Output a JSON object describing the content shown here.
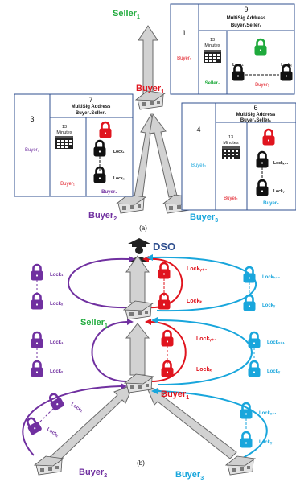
{
  "colors": {
    "purple": "#7030a0",
    "red": "#e0141e",
    "green": "#1faa3c",
    "blue": "#19a6dc",
    "navy": "#2f4f8f",
    "arrow_fill": "#d2d2d2",
    "arrow_stroke": "#6a6a6a",
    "lock_black": "#111111"
  },
  "panel_a": {
    "caption": "(a)",
    "nodes": {
      "seller": "Seller",
      "buyer1": "Buyer",
      "buyer2": "Buyer",
      "buyer3": "Buyer",
      "seller_sub": "1",
      "buyer1_sub": "1",
      "buyer2_sub": "2",
      "buyer3_sub": "3"
    },
    "ledger_top": {
      "row_number": "1",
      "block_number": "9",
      "addr_line1": "MultiSig Address",
      "addr_line2": "Buyer₁Seller₁",
      "minutes_value": "13",
      "minutes_label": "Minutes",
      "left_party": "Buyer₁",
      "bottom_left_party": "Seller₁",
      "bottom_right_party": "Buyer₁",
      "lock_left": "Lock₁",
      "lock_right": "Lockₓ"
    },
    "ledger_left": {
      "row_number": "3",
      "block_number": "7",
      "addr_line1": "MultiSig Address",
      "addr_line2": "Buyer₁Seller₁",
      "minutes_value": "13",
      "minutes_label": "Minutes",
      "left_party": "Buyer₂",
      "bottom_left_party": "Buyer₁",
      "bottom_right_party": "Buyer₂",
      "lock_top": "Lock₁",
      "lock_bottom": "Lockₓ"
    },
    "ledger_right": {
      "row_number": "4",
      "block_number": "6",
      "addr_line1": "MultiSig Address",
      "addr_line2": "Buyer₁Seller₁",
      "minutes_value": "13",
      "minutes_label": "Minutes",
      "left_party": "Buyer₃",
      "bottom_left_party": "Buyer₁",
      "bottom_right_party": "Buyer₃",
      "lock_top": "Lockₓ₊₁",
      "lock_bottom": "Lockᵧ"
    }
  },
  "panel_b": {
    "caption": "(b)",
    "dso_label": "DSO",
    "seller": "Seller",
    "seller_sub": "1",
    "buyer1": "Buyer",
    "buyer1_sub": "1",
    "buyer2": "Buyer",
    "buyer2_sub": "2",
    "buyer3": "Buyer",
    "buyer3_sub": "3",
    "dso_locks": {
      "purple_top": "Lock₁",
      "purple_bottom": "Lockₓ",
      "red_top": "Lockᵧ₊₁",
      "red_bottom": "Lockₖ",
      "blue_top": "Lockₖ₊₁",
      "blue_bottom": "Lockᵧ"
    },
    "seller_locks": {
      "purple_top": "Lock₁",
      "purple_bottom": "Lockₓ",
      "red_top": "Lockᵧ₊₁",
      "red_bottom": "Lockₖ",
      "blue_top": "Lockₓ₊₁",
      "blue_bottom": "Lockᵧ"
    },
    "buyer1_locks": {
      "purple_top": "Lock₁",
      "purple_bottom": "Lockₓ",
      "blue_top": "Lockₓ₊₁",
      "blue_bottom": "Lockᵧ"
    }
  }
}
